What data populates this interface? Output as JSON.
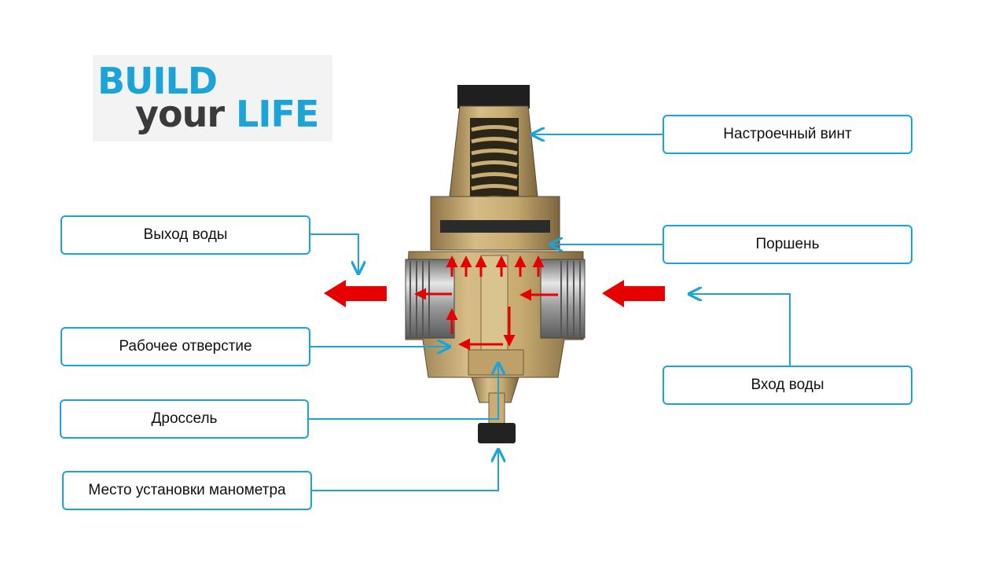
{
  "logo": {
    "line1": "BUILD",
    "line2a": "your",
    "line2b": "LIFE"
  },
  "labels": {
    "adjusting_screw": "Настроечный винт",
    "piston": "Поршень",
    "water_outlet": "Выход воды",
    "water_inlet": "Вход воды",
    "working_hole": "Рабочее отверстие",
    "throttle": "Дроссель",
    "gauge_mount": "Место установки манометра"
  },
  "colors": {
    "accent": "#1aa4d8",
    "flow_arrow": "#e60000",
    "brass": "#b8975a",
    "dark_part": "#222222"
  }
}
